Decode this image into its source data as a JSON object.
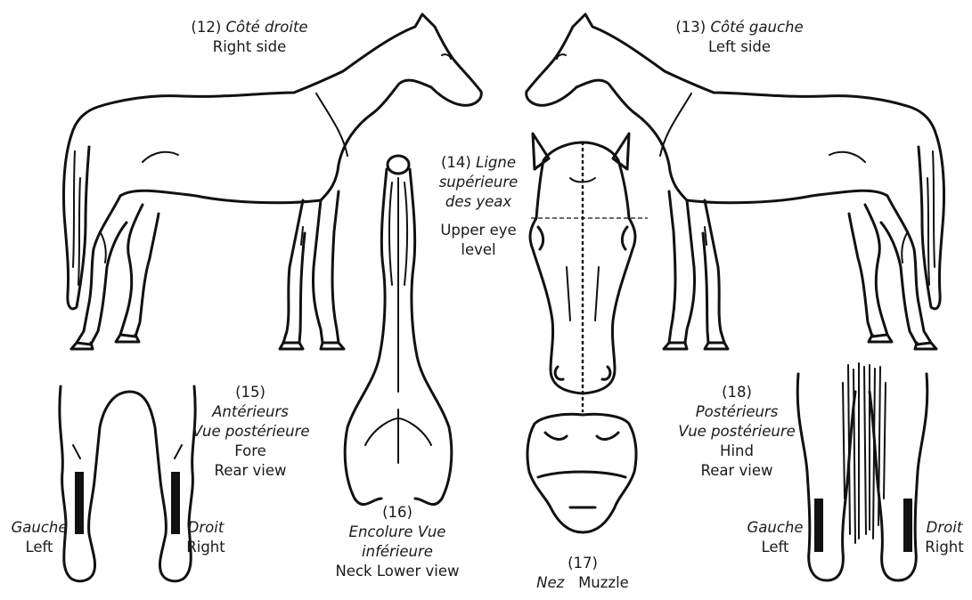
{
  "labels": {
    "right_side": {
      "num": "(12)",
      "fr": "Côté droite",
      "en": "Right side"
    },
    "left_side": {
      "num": "(13)",
      "fr": "Côté gauche",
      "en": "Left side"
    },
    "upper_eye": {
      "num": "(14)",
      "fr1": "Ligne",
      "fr2": "supérieure",
      "fr3": "des yeax",
      "en1": "Upper eye",
      "en2": "level"
    },
    "fore": {
      "num": "(15)",
      "fr1": "Antérieurs",
      "fr2": "Vue postérieure",
      "en1": "Fore",
      "en2": "Rear view"
    },
    "fore_left": {
      "fr": "Gauche",
      "en": "Left"
    },
    "fore_right": {
      "fr": "Droit",
      "en": "Right"
    },
    "neck": {
      "num": "(16)",
      "fr1": "Encolure Vue",
      "fr2": "inférieure",
      "en": "Neck Lower view"
    },
    "muzzle": {
      "num": "(17)",
      "fr": "Nez",
      "en": "Muzzle"
    },
    "hind": {
      "num": "(18)",
      "fr1": "Postérieurs",
      "fr2": "Vue postérieure",
      "en1": "Hind",
      "en2": "Rear view"
    },
    "hind_left": {
      "fr": "Gauche",
      "en": "Left"
    },
    "hind_right": {
      "fr": "Droit",
      "en": "Right"
    }
  },
  "colors": {
    "ink": "#111111",
    "background": "#ffffff"
  }
}
